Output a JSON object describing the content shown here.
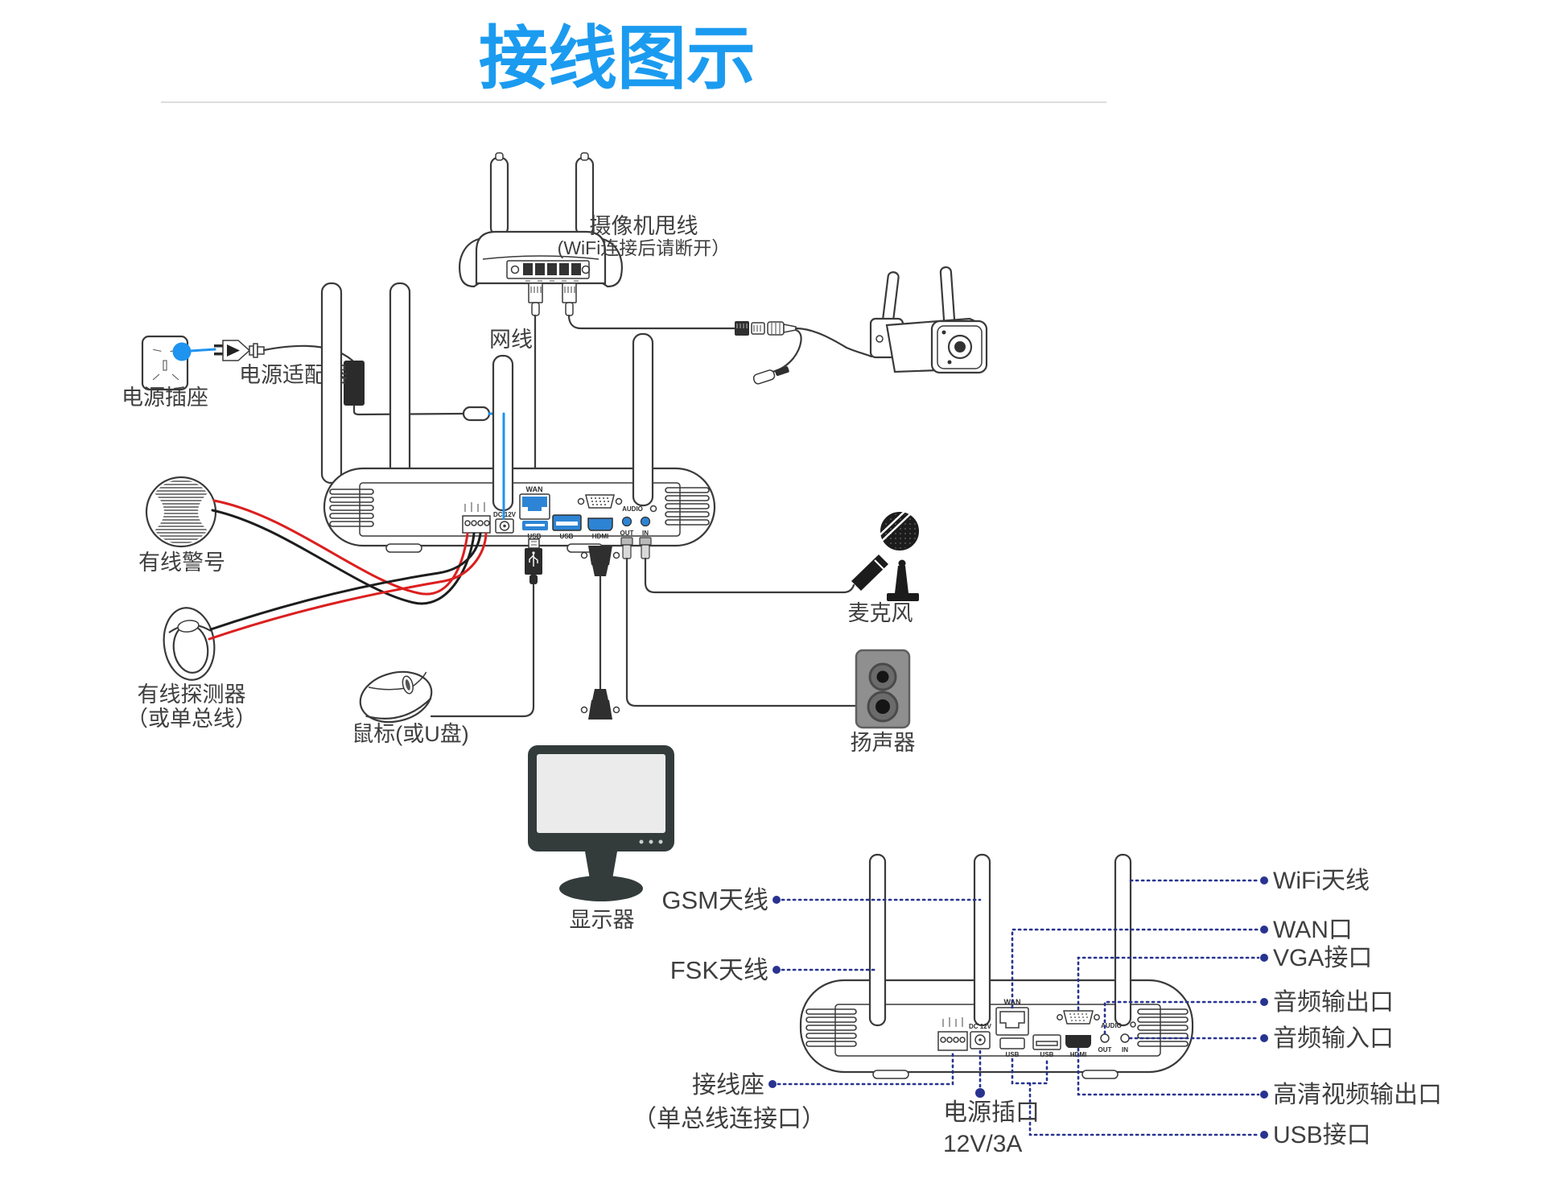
{
  "title": "接线图示",
  "colors": {
    "accent_blue": "#1B9BF0",
    "port_blue": "#2E84D4",
    "wire_blue": "#1E93F0",
    "dotted_navy": "#283390",
    "wire_red": "#DC1F1F"
  },
  "top_diagram": {
    "labels": {
      "network_cable": "网线",
      "camera_pigtail": "摄像机甩线",
      "camera_pigtail_note": "(WiFi连接后请断开）",
      "power_socket": "电源插座",
      "power_adapter": "电源适配器",
      "wired_siren": "有线警号",
      "wired_detector": "有线探测器",
      "wired_detector_note": "（或单总线）",
      "mouse": "鼠标(或U盘)",
      "monitor": "显示器",
      "microphone": "麦克风",
      "speaker": "扬声器"
    },
    "nvr_ports": {
      "dc": "DC 12V",
      "wan": "WAN",
      "usb_under_wan": "USB",
      "usb2": "USB",
      "hdmi": "HDMI",
      "audio": "AUDIO",
      "audio_out": "OUT",
      "audio_in": "IN"
    }
  },
  "bottom_diagram": {
    "left_labels": {
      "gsm_antenna": "GSM天线",
      "fsk_antenna": "FSK天线",
      "terminal_block": "接线座",
      "terminal_block_note": "（单总线连接口）",
      "power_jack_line1": "电源插口",
      "power_jack_line2": "12V/3A"
    },
    "right_labels": {
      "wifi_antenna": "WiFi天线",
      "wan_port": "WAN口",
      "vga_port": "VGA接口",
      "audio_out": "音频输出口",
      "audio_in": "音频输入口",
      "hd_video_out": "高清视频输出口",
      "usb_port": "USB接口"
    },
    "ports": {
      "dc": "DC 12V",
      "wan": "WAN",
      "usb_under_wan": "USB",
      "usb2": "USB",
      "hdmi": "HDMI",
      "audio": "AUDIO",
      "audio_out": "OUT",
      "audio_in": "IN"
    }
  }
}
